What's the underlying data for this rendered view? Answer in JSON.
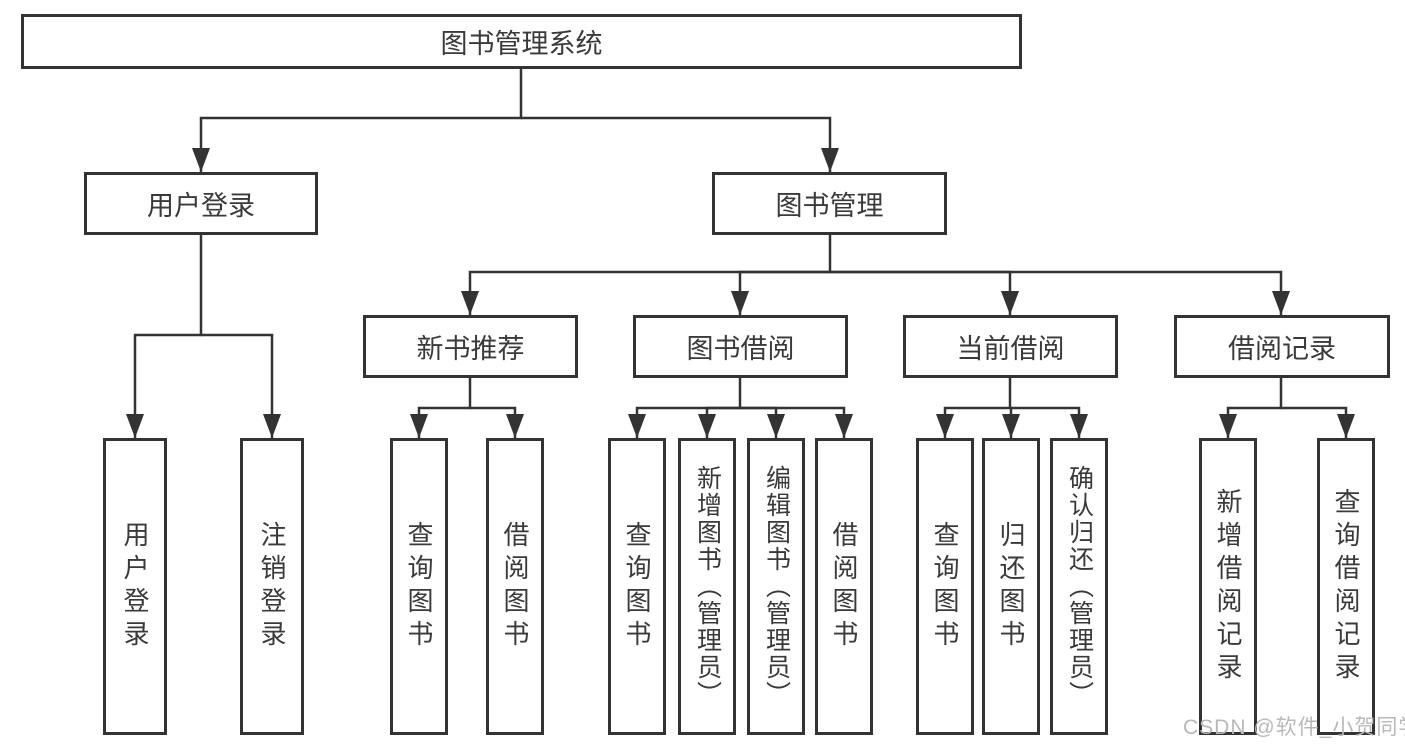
{
  "diagram": {
    "root": {
      "label": "图书管理系统"
    },
    "level2": [
      {
        "label": "用户登录"
      },
      {
        "label": "图书管理"
      }
    ],
    "level3": [
      {
        "label": "新书推荐"
      },
      {
        "label": "图书借阅"
      },
      {
        "label": "当前借阅"
      },
      {
        "label": "借阅记录"
      }
    ],
    "leaves": {
      "user_login": [
        {
          "label": "用户登录"
        },
        {
          "label": "注销登录"
        }
      ],
      "new_book_rec": [
        {
          "label": "查询图书"
        },
        {
          "label": "借阅图书"
        }
      ],
      "book_borrow": [
        {
          "label": "查询图书"
        },
        {
          "label": "新增图书（管理员）"
        },
        {
          "label": "编辑图书（管理员）"
        },
        {
          "label": "借阅图书"
        }
      ],
      "current_borrow": [
        {
          "label": "查询图书"
        },
        {
          "label": "归还图书"
        },
        {
          "label": "确认归还（管理员）"
        }
      ],
      "borrow_records": [
        {
          "label": "新增借阅记录"
        },
        {
          "label": "查询借阅记录"
        }
      ]
    },
    "watermark": {
      "label": "CSDN @软件_小贺同学"
    },
    "colors": {
      "line": "#333333",
      "box_border": "#333333",
      "text": "#3a3a3a",
      "watermark_text": "#b9b9b9",
      "background": "#ffffff"
    }
  }
}
